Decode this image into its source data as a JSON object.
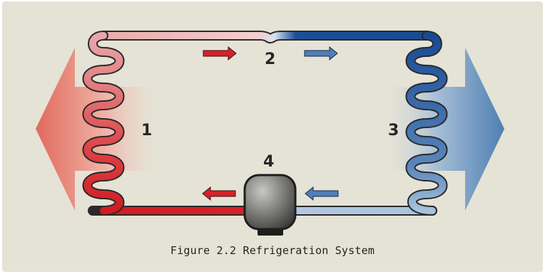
{
  "labels": {
    "condenser": "1",
    "expansion_valve": "2",
    "evaporator": "3",
    "compressor": "4"
  },
  "caption": "Figure 2.2 Refrigeration System",
  "colors": {
    "background": "#e5e3d6",
    "hot": "#d8202a",
    "hot_light": "#e8a0a4",
    "cold": "#1b4f98",
    "cold_light": "#aac2dc",
    "compressor": "#6e6e6e"
  },
  "icons": {
    "flow_arrow": "arrow-right",
    "heat_out": "large-arrow-left",
    "heat_in": "large-arrow-right"
  }
}
